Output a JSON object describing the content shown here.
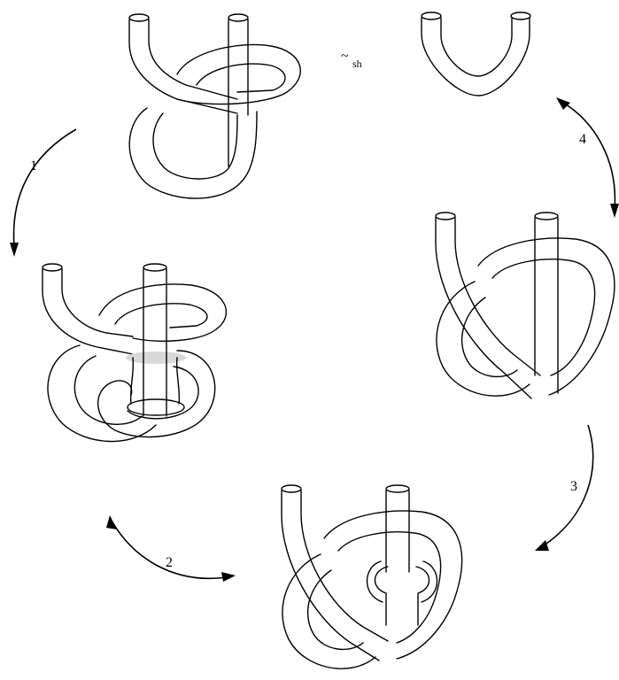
{
  "diagram": {
    "steps": [
      {
        "label": "1"
      },
      {
        "label": "2"
      },
      {
        "label": "3"
      },
      {
        "label": "4"
      }
    ],
    "relation": {
      "symbol": "~",
      "subscript": "sh"
    }
  }
}
